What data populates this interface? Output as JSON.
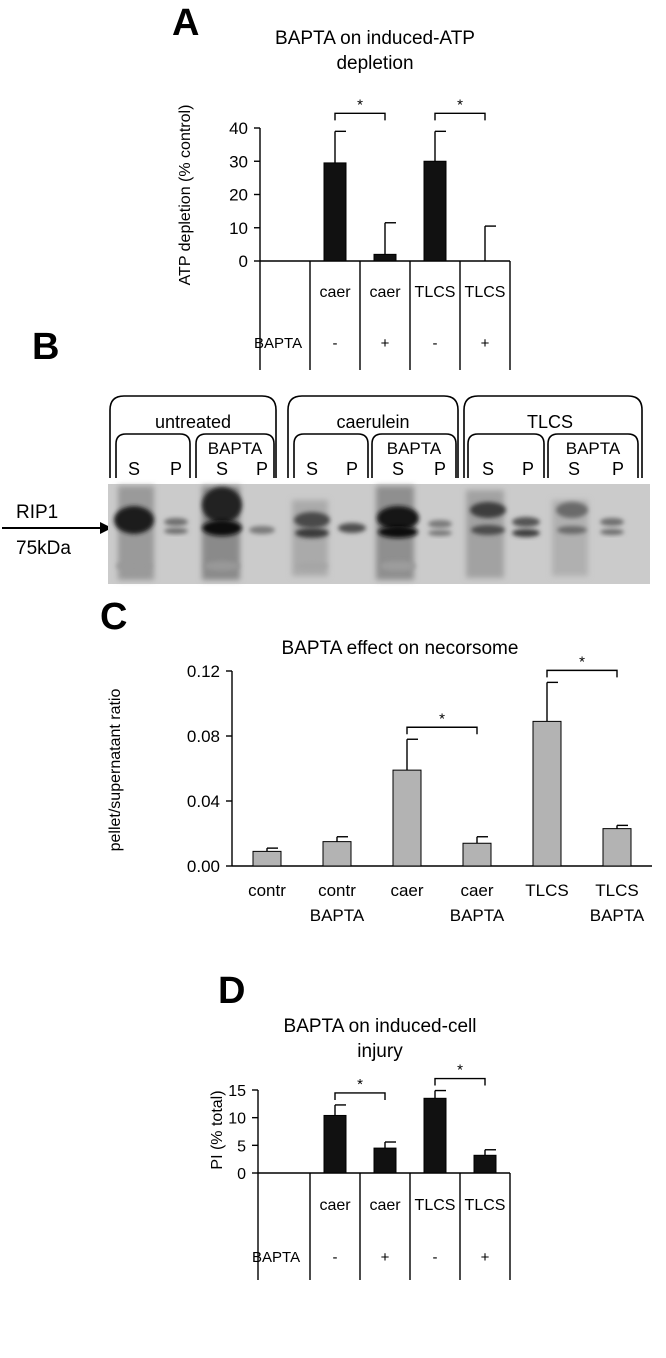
{
  "panels": {
    "A": {
      "letter": "A",
      "title_line1": "BAPTA on induced-ATP",
      "title_line2": "depletion"
    },
    "B": {
      "letter": "B",
      "marker_label": "RIP1",
      "marker_size": "75kDa",
      "groups": [
        "untreated",
        "caerulein",
        "TLCS"
      ],
      "subgroup_label": "BAPTA",
      "lanes": [
        "S",
        "P",
        "S",
        "P",
        "S",
        "P",
        "S",
        "P",
        "S",
        "P",
        "S",
        "P"
      ]
    },
    "C": {
      "letter": "C",
      "title": "BAPTA effect on necorsome"
    },
    "D": {
      "letter": "D",
      "title_line1": "BAPTA on induced-cell",
      "title_line2": "injury"
    }
  },
  "colors": {
    "bar_black": "#111111",
    "bar_gray": "#b3b3b3",
    "axis": "#000000"
  },
  "chart_data": [
    {
      "id": "A",
      "type": "bar",
      "title": "BAPTA on induced-ATP depletion",
      "ylabel": "ATP depletion  (% control)",
      "ylim": [
        0,
        40
      ],
      "yticks": [
        0,
        10,
        20,
        30,
        40
      ],
      "categories": [
        "caer",
        "caer",
        "TLCS",
        "TLCS"
      ],
      "row_label": "BAPTA",
      "bapta": [
        "-",
        "+",
        "-",
        "+"
      ],
      "values": [
        29.5,
        2,
        30,
        0
      ],
      "errors": [
        9.5,
        9.5,
        9,
        10.5
      ],
      "significance": [
        {
          "from": 0,
          "to": 1,
          "label": "*"
        },
        {
          "from": 2,
          "to": 3,
          "label": "*"
        }
      ]
    },
    {
      "id": "C",
      "type": "bar",
      "title": "BAPTA effect on necorsome",
      "ylabel": "pellet/supernatant ratio",
      "ylim": [
        0,
        0.12
      ],
      "yticks": [
        "0.00",
        "0.04",
        "0.08",
        "0.12"
      ],
      "categories": [
        [
          "contr"
        ],
        [
          "contr",
          "BAPTA"
        ],
        [
          "caer"
        ],
        [
          "caer",
          "BAPTA"
        ],
        [
          "TLCS"
        ],
        [
          "TLCS",
          "BAPTA"
        ]
      ],
      "values": [
        0.009,
        0.015,
        0.059,
        0.014,
        0.089,
        0.023
      ],
      "errors": [
        0.002,
        0.003,
        0.019,
        0.004,
        0.024,
        0.002
      ],
      "significance": [
        {
          "from": 2,
          "to": 3,
          "label": "*"
        },
        {
          "from": 4,
          "to": 5,
          "label": "*"
        }
      ]
    },
    {
      "id": "D",
      "type": "bar",
      "title": "BAPTA on induced-cell injury",
      "ylabel": "PI (% total)",
      "ylim": [
        0,
        15
      ],
      "yticks": [
        0,
        5,
        10,
        15
      ],
      "categories": [
        "caer",
        "caer",
        "TLCS",
        "TLCS"
      ],
      "row_label": "BAPTA",
      "bapta": [
        "-",
        "+",
        "-",
        "+"
      ],
      "values": [
        10.4,
        4.5,
        13.5,
        3.2
      ],
      "errors": [
        1.9,
        1.1,
        1.4,
        1.0
      ],
      "significance": [
        {
          "from": 0,
          "to": 1,
          "label": "*"
        },
        {
          "from": 2,
          "to": 3,
          "label": "*"
        }
      ]
    }
  ]
}
